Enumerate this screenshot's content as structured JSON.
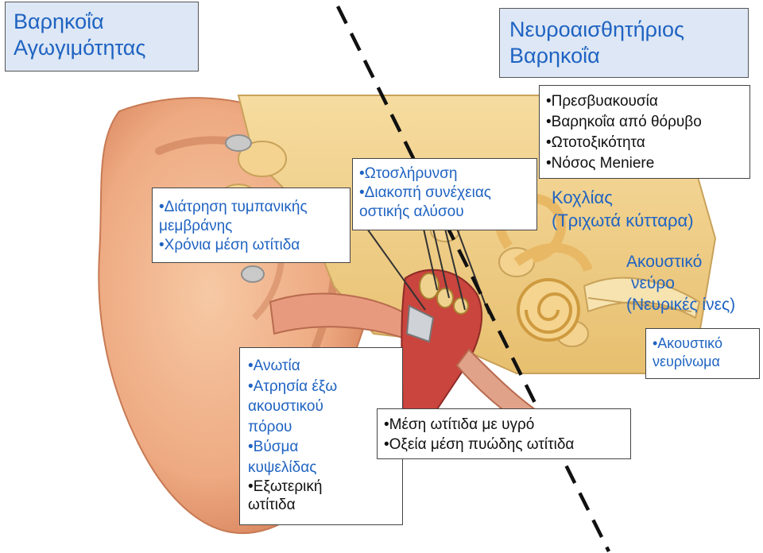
{
  "title_conductive": "Βαρηκοΐα\nΑγωγιμότητας",
  "title_sensorineural": "Νευροαισθητήριος\nΒαρηκοΐα",
  "box_presbycusis": [
    "•Πρεσβυακουσία",
    "•Βαρηκοΐα από θόρυβο",
    "•Ωτοτοξικότητα",
    "•Νόσος Meniere"
  ],
  "box_otosclerosis": [
    "•Ωτοσλήρυνση",
    "•Διακοπή συνέχειας",
    "οστικής αλύσου"
  ],
  "box_tympanic": [
    "•Διάτρηση τυμπανικής",
    "μεμβράνης",
    "•Χρόνια μέση ωτίτιδα"
  ],
  "box_outer": [
    "•Ανωτία",
    "•Ατρησία έξω",
    "ακουστικού",
    "πόρου",
    "•Βύσμα",
    "κυψελίδας",
    "•Εξωτερική",
    "ωτίτιδα"
  ],
  "box_middle": [
    "•Μέση ωτίτιδα με υγρό",
    "•Οξεία μέση πυώδης ωτίτιδα"
  ],
  "box_neuroma": [
    "•Ακουστικό",
    "νευρίνωμα"
  ],
  "label_cochlea": [
    "Κοχλίας",
    "(Τριχωτά κύτταρα)"
  ],
  "label_nerve": [
    "Ακουστικό",
    "νεύρο",
    "(Νευρικές ίνες)"
  ],
  "colors": {
    "title_text": "#1f63c2",
    "title_bg": "#dde7f5",
    "divider": "#111111"
  }
}
